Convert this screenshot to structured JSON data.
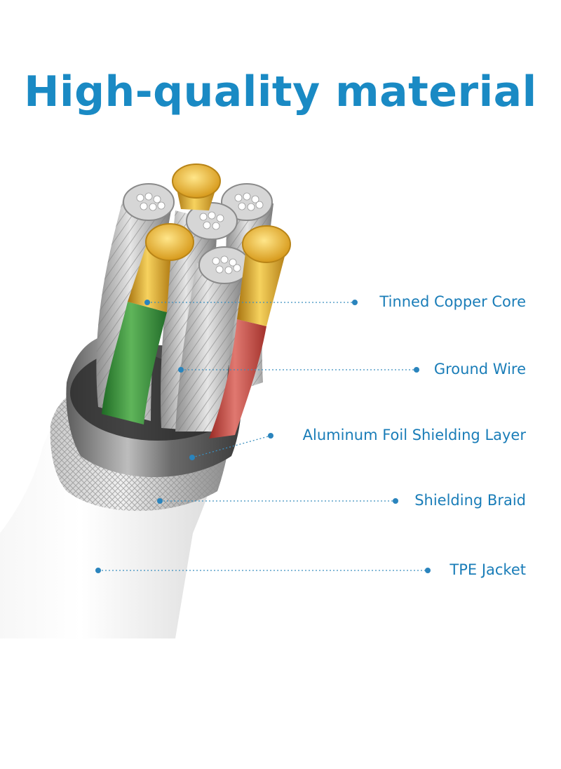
{
  "title": "High-quality material",
  "colors": {
    "title": "#1a8ac4",
    "label": "#1a7db8",
    "leader": "#3a8fbf",
    "copper": "#d9a520",
    "green_insulation": "#3a8d3a",
    "red_insulation": "#c9504a",
    "jacket": "#f1f1f1"
  },
  "callouts": [
    {
      "id": "tinned-copper-core",
      "label": "Tinned Copper Core"
    },
    {
      "id": "ground-wire",
      "label": "Ground Wire"
    },
    {
      "id": "aluminum-foil",
      "label": "Aluminum Foil Shielding Layer"
    },
    {
      "id": "shielding-braid",
      "label": "Shielding Braid"
    },
    {
      "id": "tpe-jacket",
      "label": "TPE Jacket"
    }
  ]
}
